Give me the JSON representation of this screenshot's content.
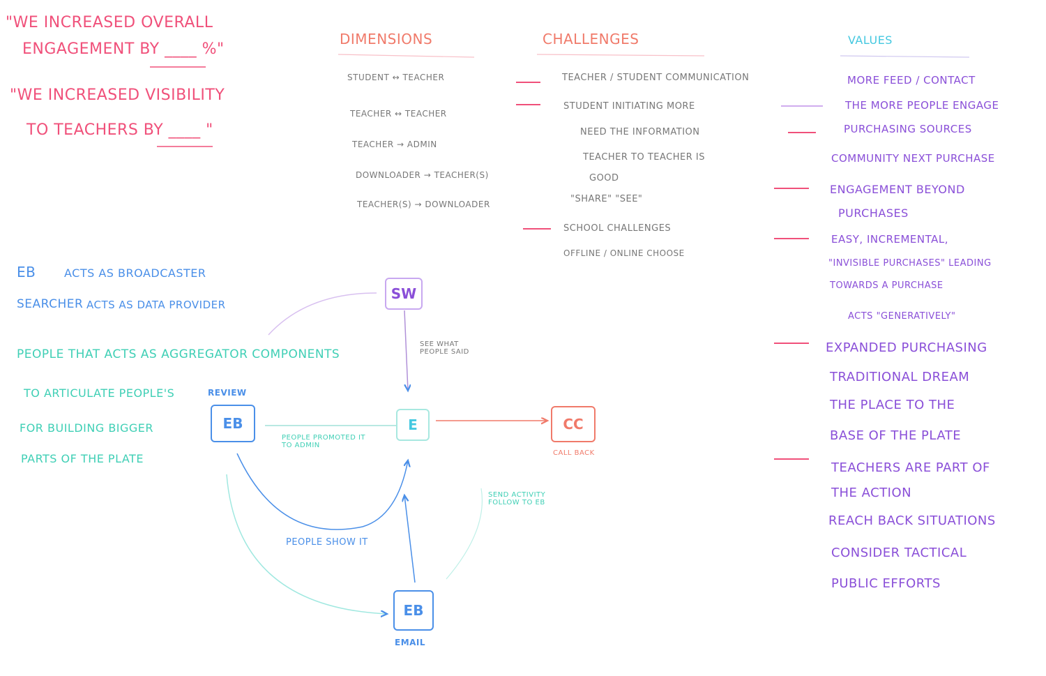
{
  "top_left": {
    "quote1_line1": "\"WE INCREASED OVERALL",
    "quote1_line2": "ENGAGEMENT BY ____ %\"",
    "quote2_line1": "\"WE INCREASED VISIBILITY",
    "quote2_line2": "TO TEACHERS BY ____ \""
  },
  "dimensions": {
    "header": "DIMENSIONS",
    "rows": [
      "STUDENT ↔ TEACHER",
      "TEACHER ↔ TEACHER",
      "TEACHER → ADMIN",
      "DOWNLOADER → TEACHER(S)",
      "TEACHER(S) → DOWNLOADER"
    ]
  },
  "challenges": {
    "header": "CHALLENGES",
    "items": [
      "TEACHER / STUDENT COMMUNICATION",
      "STUDENT INITIATING MORE",
      "NEED THE INFORMATION",
      "TEACHER TO TEACHER IS",
      "GOOD",
      "\"SHARE\" \"SEE\"",
      "SCHOOL CHALLENGES",
      "OFFLINE / ONLINE CHOOSE"
    ]
  },
  "values": {
    "header": "VALUES",
    "items": [
      "MORE FEED / CONTACT",
      "THE MORE PEOPLE ENGAGE",
      "PURCHASING SOURCES",
      "COMMUNITY NEXT PURCHASE",
      "ENGAGEMENT BEYOND",
      "PURCHASES",
      "EASY, INCREMENTAL,",
      "\"INVISIBLE PURCHASES\" LEADING",
      "TOWARDS A PURCHASE",
      "ACTS \"GENERATIVELY\"",
      "EXPANDED PURCHASING",
      "TRADITIONAL DREAM",
      "THE PLACE TO THE",
      "BASE OF THE PLATE",
      "TEACHERS ARE PART OF",
      "THE ACTION",
      "REACH BACK SITUATIONS",
      "CONSIDER TACTICAL",
      "PUBLIC EFFORTS"
    ]
  },
  "roles": {
    "line1_role": "EB",
    "line1_rest": "ACTS AS BROADCASTER",
    "line2_role": "SEARCHER",
    "line2_rest": "ACTS AS DATA PROVIDER",
    "line3": "PEOPLE THAT ACTS AS AGGREGATOR COMPONENTS",
    "line4": "TO ARTICULATE PEOPLE'S",
    "line5": "FOR BUILDING BIGGER",
    "line6": "PARTS OF THE PLATE"
  },
  "nodes": {
    "top": "SW",
    "center": "E",
    "left": "EB",
    "left_label": "REVIEW",
    "right": "CC",
    "right_label": "CALL BACK",
    "bottom": "EB",
    "bottom_label": "EMAIL"
  },
  "edge_labels": {
    "top_center": "SEE WHAT PEOPLE SAID",
    "left_center": "PEOPLE PROMOTED IT TO ADMIN",
    "bottom_center": "PEOPLE SHOW IT",
    "right_bottom": "SEND ACTIVITY FOLLOW TO EB"
  },
  "colors": {
    "pink": "#f0507a",
    "purple": "#8a4fd8",
    "blue": "#4a8fe8",
    "teal": "#3fcfb5",
    "salmon": "#f07a6a"
  }
}
